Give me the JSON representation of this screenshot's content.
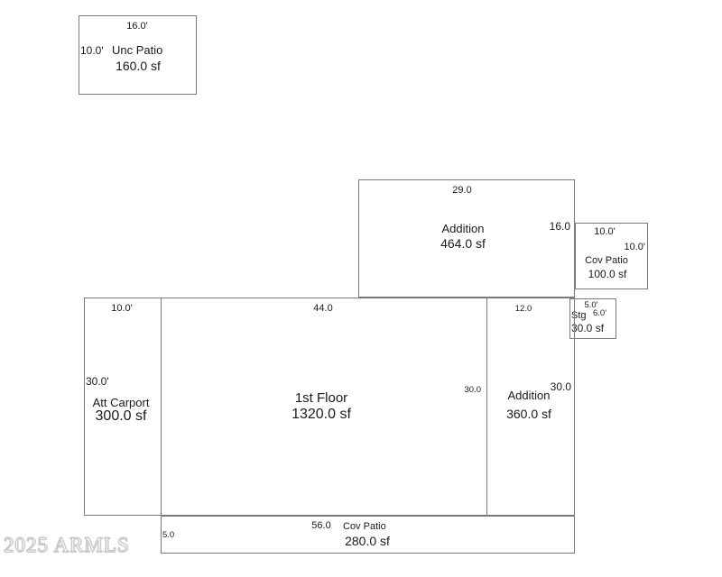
{
  "document": {
    "type": "floor-plan-sketch",
    "watermark": "2025 ARMLS",
    "line_color": "#7a7a7a",
    "text_color": "#1a1a1a",
    "background": "#ffffff"
  },
  "rooms": [
    {
      "id": "unc-patio",
      "name": "Unc Patio",
      "area": "160.0 sf",
      "width_dim": "16.0'",
      "height_dim": "10.0'"
    },
    {
      "id": "addition-top",
      "name": "Addition",
      "area": "464.0 sf",
      "width_dim": "29.0",
      "height_dim": "16.0"
    },
    {
      "id": "cov-patio-right",
      "name": "Cov Patio",
      "area": "100.0 sf",
      "width_dim": "10.0'",
      "height_dim": "10.0'"
    },
    {
      "id": "stg",
      "name": "Stg",
      "area": "30.0 sf",
      "width_dim": "5.0'",
      "height_dim": "6.0'"
    },
    {
      "id": "att-carport",
      "name": "Att Carport",
      "area": "300.0 sf",
      "width_dim": "10.0'",
      "height_dim": "30.0'"
    },
    {
      "id": "first-floor",
      "name": "1st Floor",
      "area": "1320.0 sf",
      "width_dim": "44.0",
      "height_dim": "30.0"
    },
    {
      "id": "addition-right",
      "name": "Addition",
      "area": "360.0 sf",
      "width_dim": "12.0",
      "height_dim": "30.0"
    },
    {
      "id": "cov-patio-bottom",
      "name": "Cov Patio",
      "area": "280.0 sf",
      "width_dim": "56.0",
      "height_dim": "5.0"
    }
  ]
}
